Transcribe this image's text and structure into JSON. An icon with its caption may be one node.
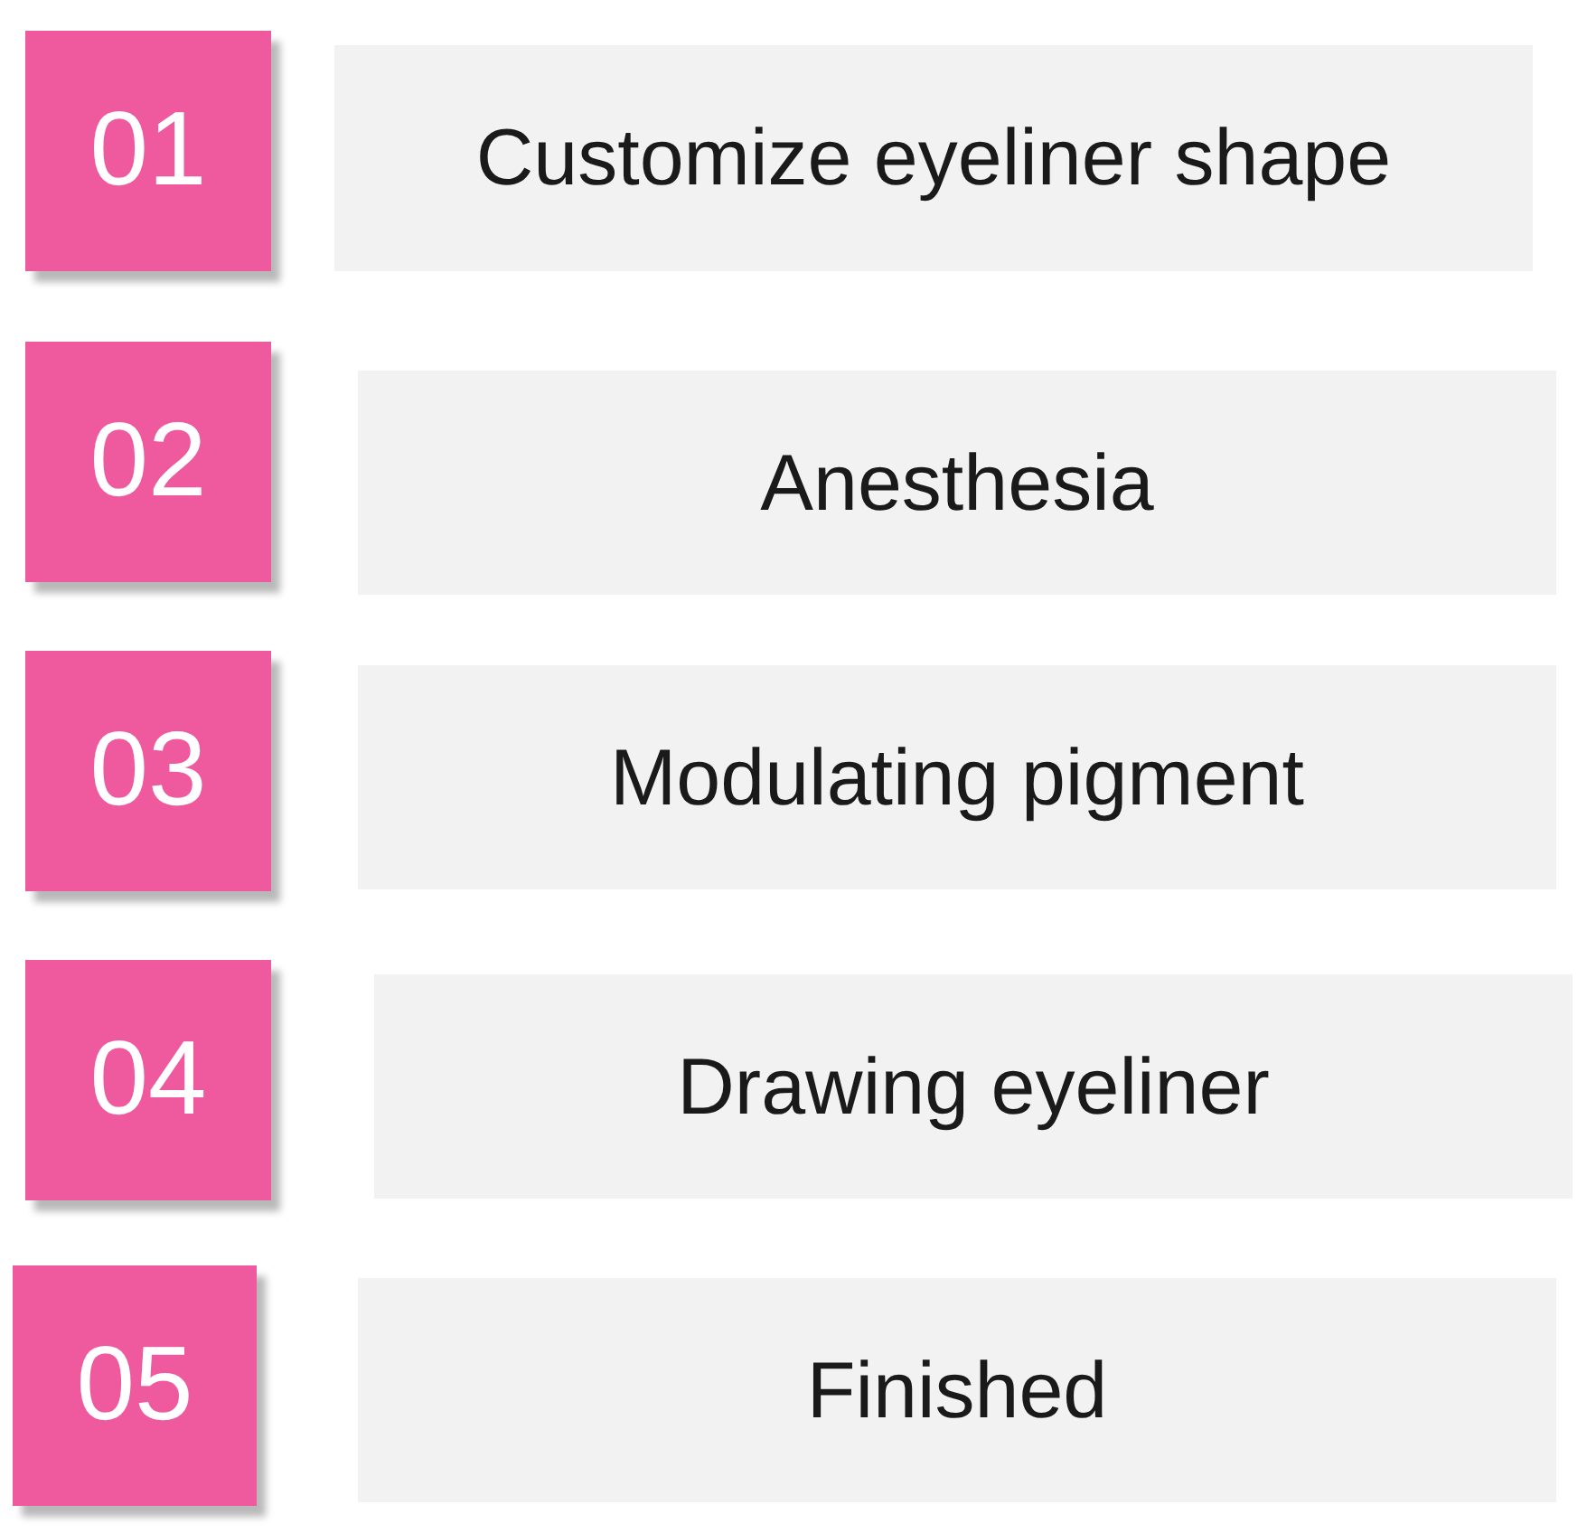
{
  "diagram": {
    "nodes": [
      {
        "text": [
          "01"
        ]
      },
      {
        "text": [
          "Customize eyeliner shape"
        ]
      },
      {
        "text": [
          "02"
        ]
      },
      {
        "text": [
          "Anesthesia"
        ]
      },
      {
        "text": [
          "03"
        ]
      },
      {
        "text": [
          "Modulating pigment"
        ]
      },
      {
        "text": [
          "04"
        ]
      },
      {
        "text": [
          "Drawing eyeliner"
        ]
      },
      {
        "text": [
          "05"
        ]
      },
      {
        "text": [
          "Finished"
        ]
      }
    ]
  }
}
